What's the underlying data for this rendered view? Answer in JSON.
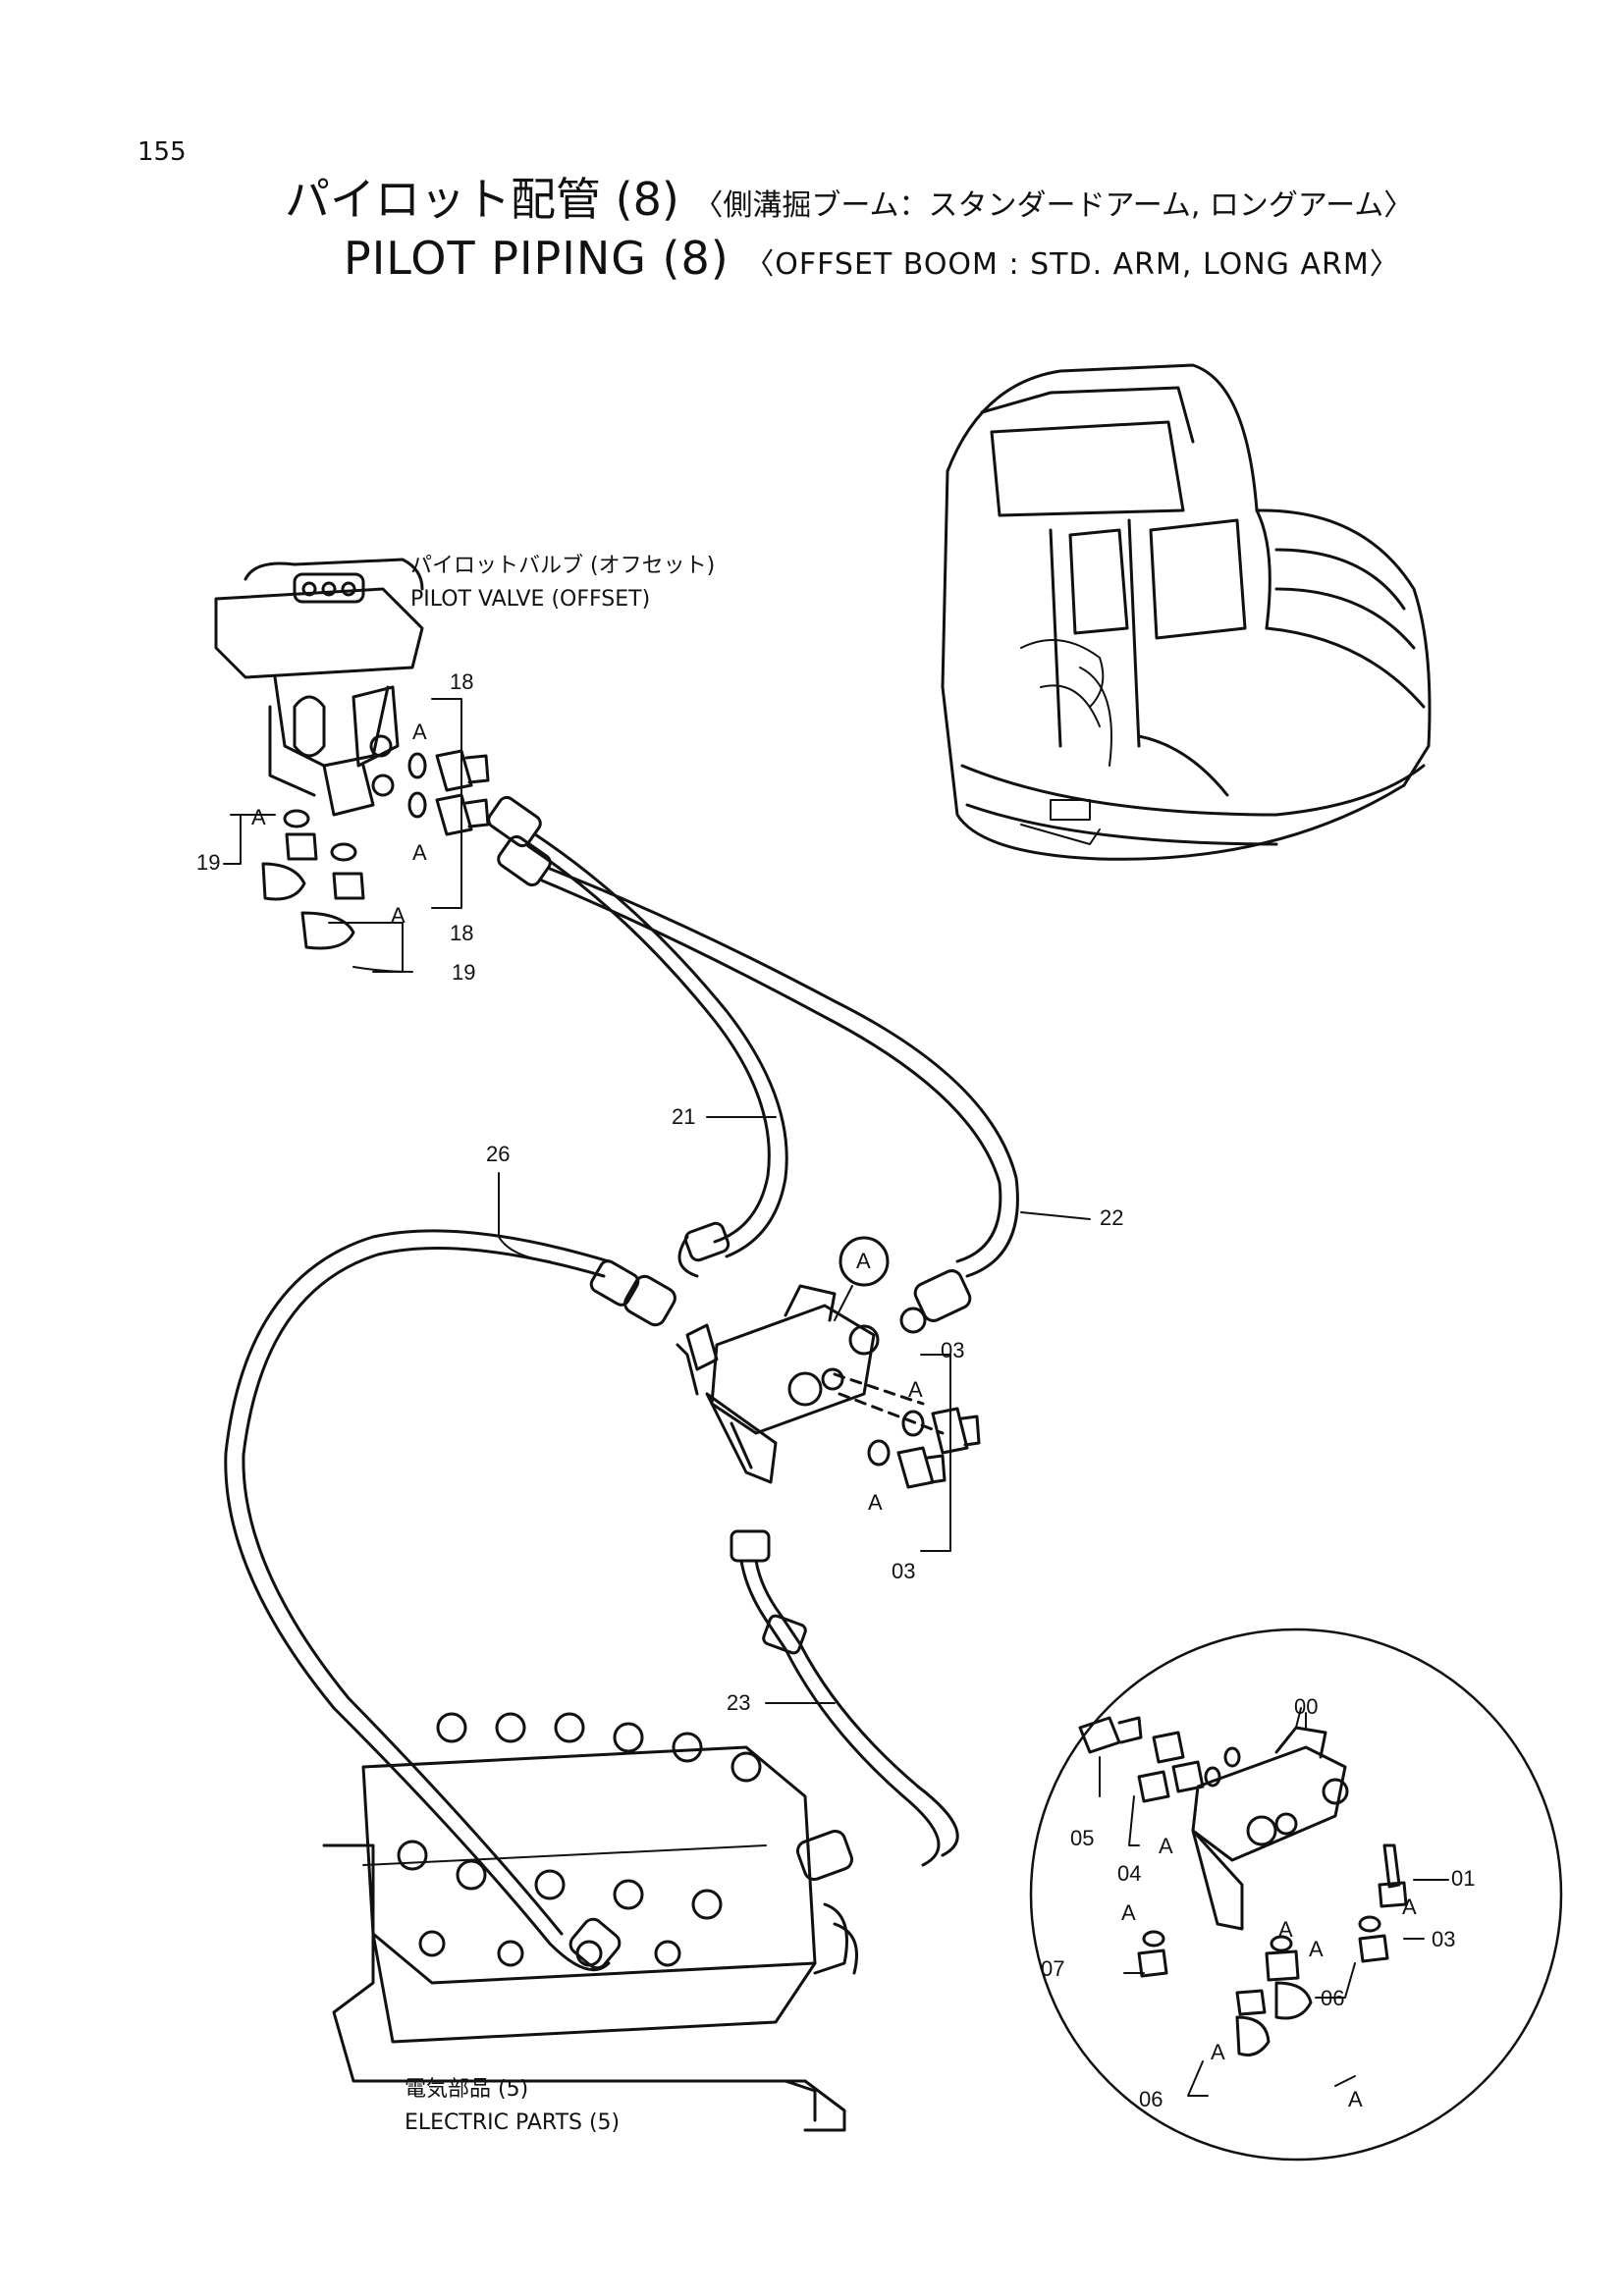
{
  "page_number": "155",
  "title": {
    "jp_main": "パイロット配管",
    "jp_num": "(8)",
    "jp_sub": "〈側溝掘ブーム：スタンダードアーム, ロングアーム〉",
    "en_main": "PILOT  PIPING",
    "en_num": "(8)",
    "en_sub": "〈OFFSET BOOM : STD. ARM, LONG  ARM〉"
  },
  "labels": {
    "pilot_valve_jp": "パイロットバルブ (オフセット)",
    "pilot_valve_en": "PILOT  VALVE (OFFSET)",
    "electric_jp": "電気部品  (5)",
    "electric_en": "ELECTRIC  PARTS  (5)"
  },
  "part_numbers": {
    "p18_top": "18",
    "p18_bottom": "18",
    "p19_left": "19",
    "p19_bottom": "19",
    "p21": "21",
    "p22": "22",
    "p23": "23",
    "p26": "26",
    "p03_top": "03",
    "p03_bottom": "03",
    "detail_00": "00",
    "detail_01": "01",
    "detail_03": "03",
    "detail_04": "04",
    "detail_05": "05",
    "detail_06_right": "06",
    "detail_06_bottom": "06",
    "detail_07": "07"
  },
  "callouts": {
    "a_circle": "A",
    "a_detail": "A",
    "a1": "A",
    "a2": "A",
    "a3": "A",
    "a4": "A",
    "a5": "A",
    "a6": "A",
    "d1": "A",
    "d2": "A",
    "d3": "A",
    "d4": "A",
    "d5": "A",
    "d6": "A"
  }
}
